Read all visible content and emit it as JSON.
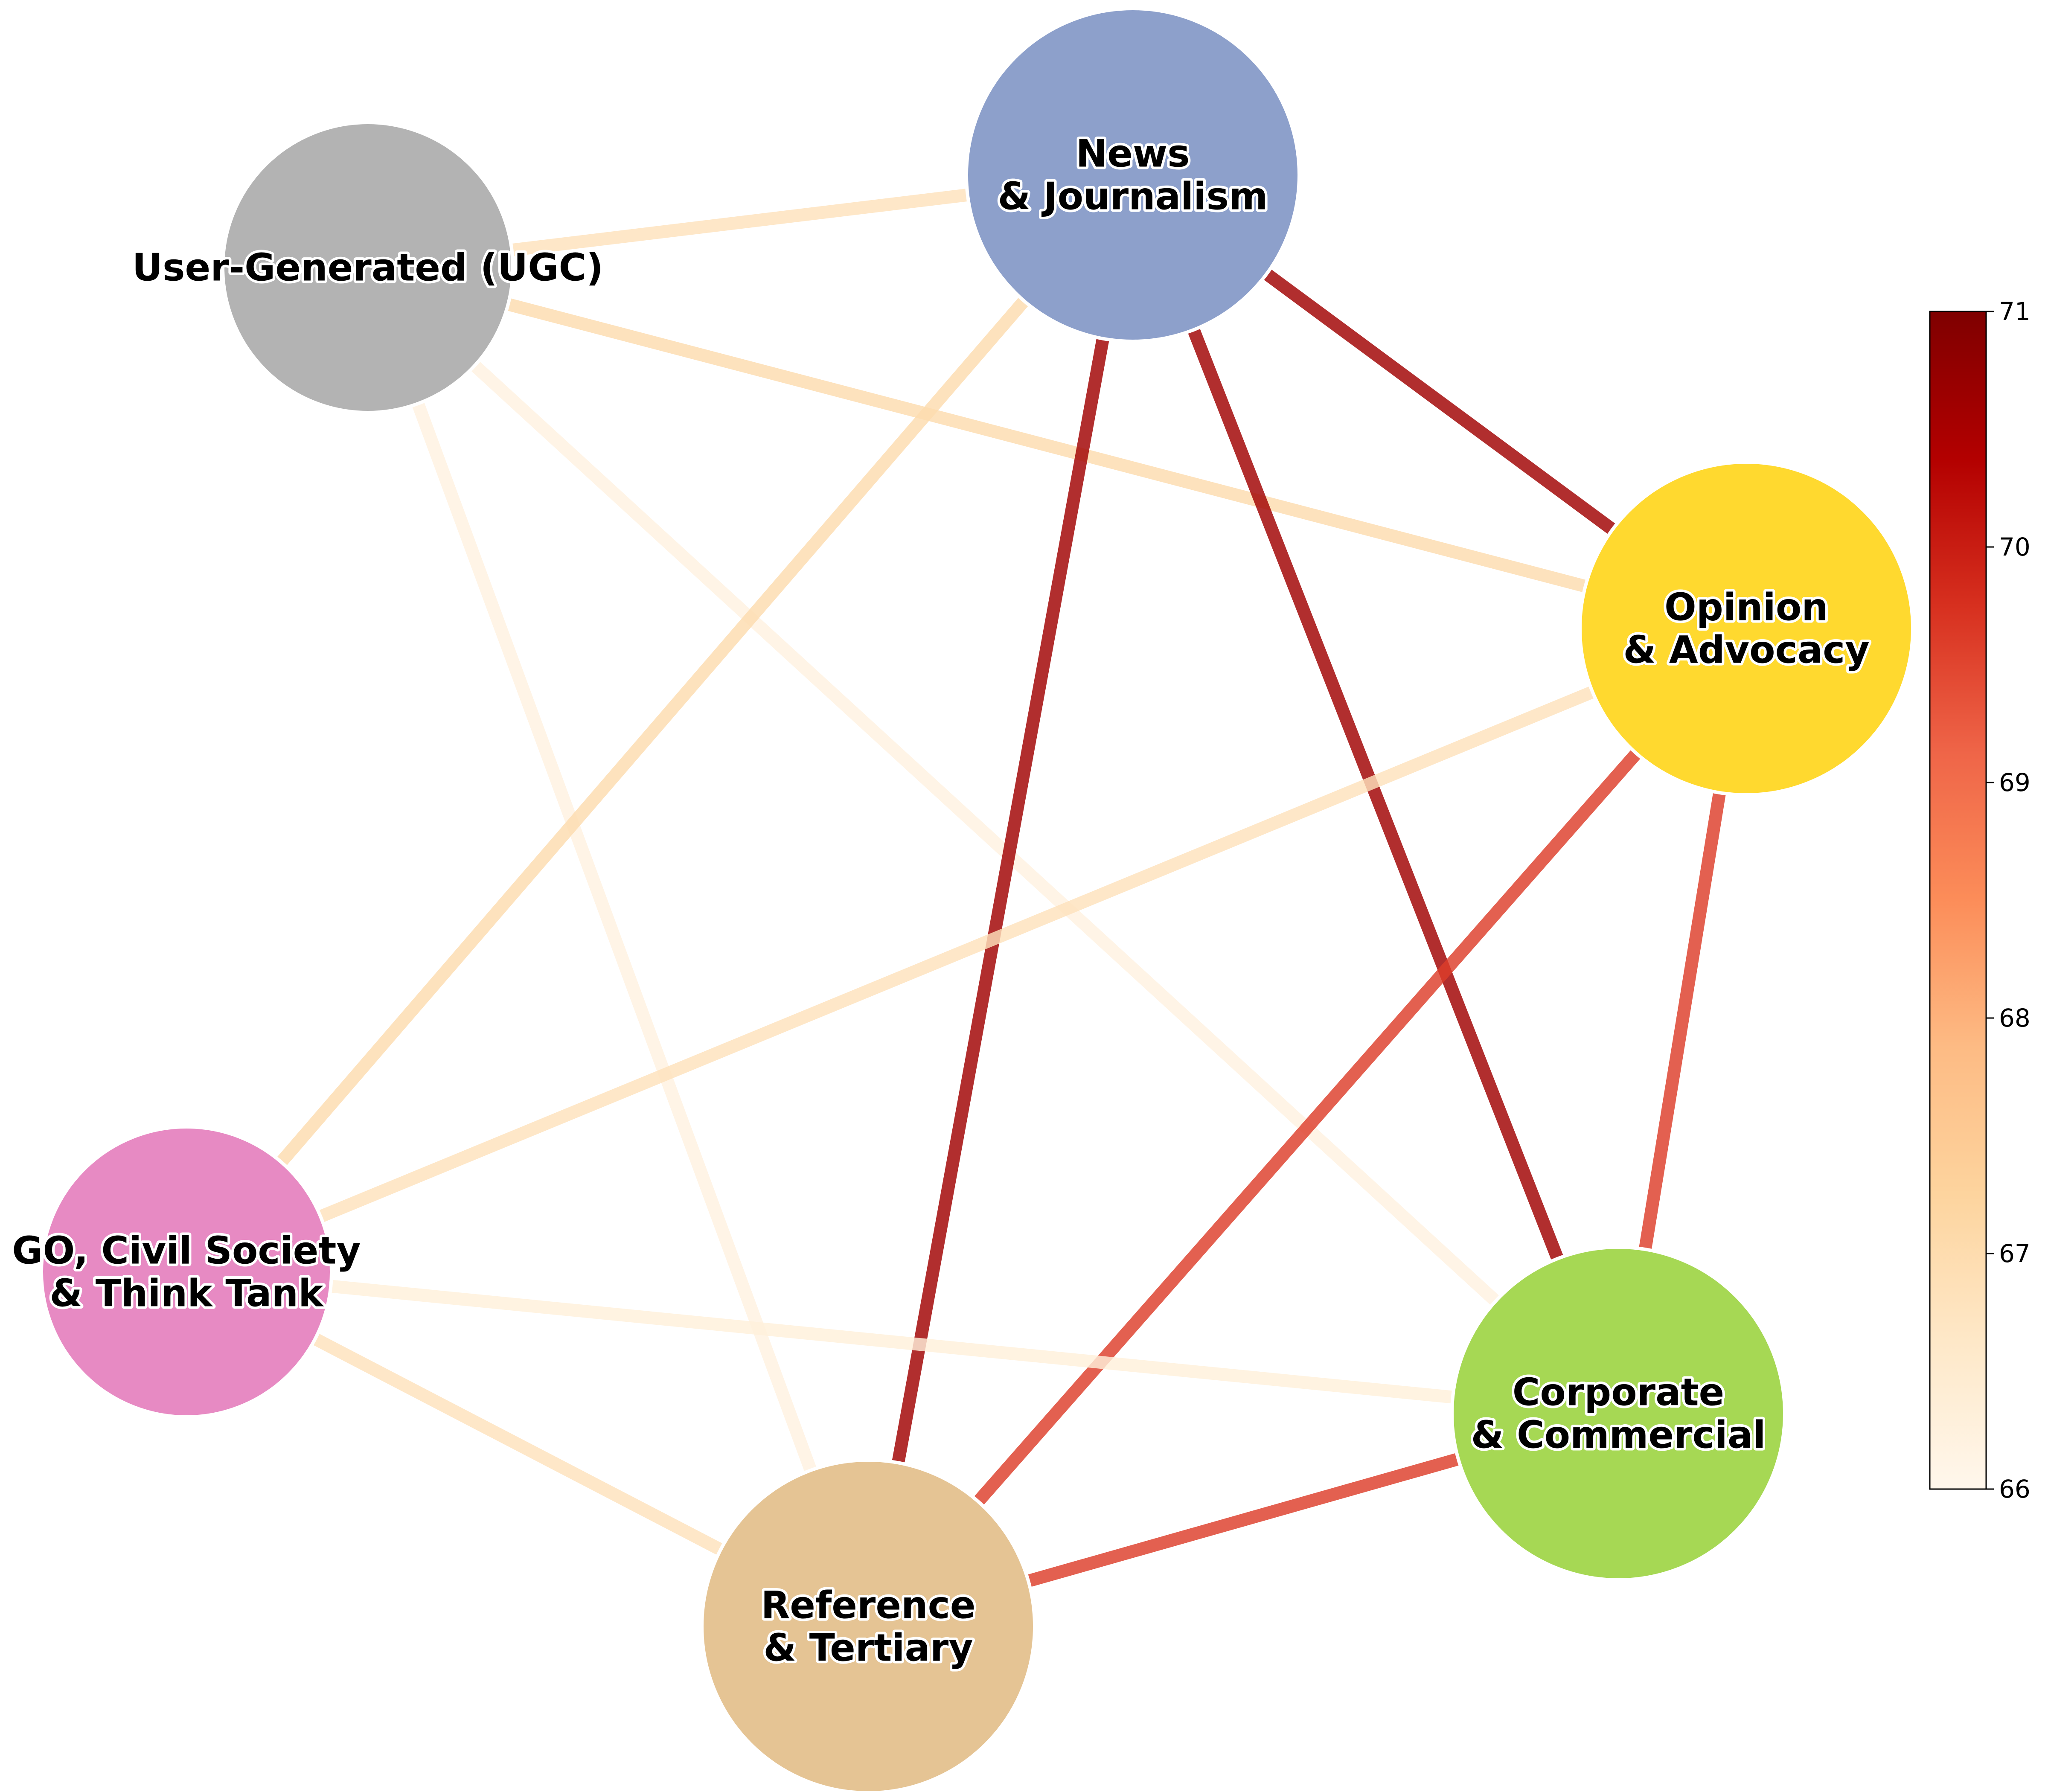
{
  "nodes": [
    {
      "id": "news",
      "label": [
        "News",
        "& Journalism"
      ],
      "color": "#8da0cb"
    },
    {
      "id": "ugc",
      "label": [
        "User-Generated  (UGC)"
      ],
      "color": "#b3b3b3"
    },
    {
      "id": "opinion",
      "label": [
        "Opinion",
        "& Advocacy"
      ],
      "color": "#ffd92f"
    },
    {
      "id": "ngo",
      "label": [
        "GO, Civil Society",
        "& Think Tank"
      ],
      "color": "#e78ac3"
    },
    {
      "id": "corporate",
      "label": [
        "Corporate",
        "& Commercial"
      ],
      "color": "#a6d854"
    },
    {
      "id": "reference",
      "label": [
        "Reference",
        "& Tertiary"
      ],
      "color": "#e5c494"
    }
  ],
  "edges": [
    {
      "source": "ugc",
      "target": "news",
      "value": 66.8
    },
    {
      "source": "ugc",
      "target": "opinion",
      "value": 67.0
    },
    {
      "source": "ugc",
      "target": "corporate",
      "value": 66.2
    },
    {
      "source": "ugc",
      "target": "reference",
      "value": 66.2
    },
    {
      "source": "news",
      "target": "ngo",
      "value": 67.0
    },
    {
      "source": "news",
      "target": "opinion",
      "value": 70.6
    },
    {
      "source": "news",
      "target": "reference",
      "value": 70.6
    },
    {
      "source": "news",
      "target": "corporate",
      "value": 70.6
    },
    {
      "source": "opinion",
      "target": "ngo",
      "value": 66.8
    },
    {
      "source": "opinion",
      "target": "reference",
      "value": 69.6
    },
    {
      "source": "opinion",
      "target": "corporate",
      "value": 69.6
    },
    {
      "source": "ngo",
      "target": "corporate",
      "value": 66.3
    },
    {
      "source": "ngo",
      "target": "reference",
      "value": 66.8
    },
    {
      "source": "corporate",
      "target": "reference",
      "value": 69.6
    }
  ],
  "colorbar": {
    "min": 66,
    "max": 71,
    "ticks": [
      "66",
      "67",
      "68",
      "69",
      "70",
      "71"
    ],
    "colors": [
      "#fff7ec",
      "#fee8c8",
      "#fdd49e",
      "#fdbb84",
      "#fc8d59",
      "#ef6548",
      "#d7301f",
      "#b30000",
      "#7f0000"
    ]
  }
}
